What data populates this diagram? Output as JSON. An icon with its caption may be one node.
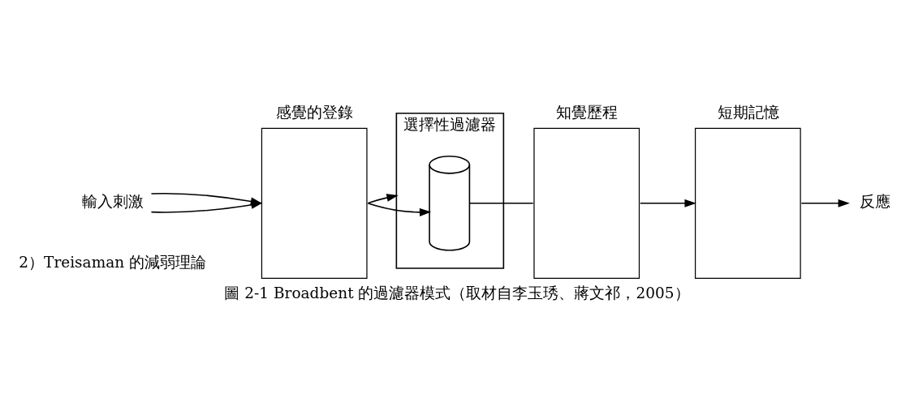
{
  "diagram": {
    "caption": "圖 2-1 Broadbent 的過濾器模式（取材自李玉琇、蔣文祁，2005）",
    "nodes": [
      {
        "text": [
          "輸入刺激"
        ]
      },
      {
        "text": [
          "感覺的登錄"
        ]
      },
      {
        "text": [
          "選擇性過濾器"
        ]
      },
      {
        "text": [],
        "shape": "cylinder",
        "in": 2
      },
      {
        "text": [
          "知覺歷程"
        ]
      },
      {
        "text": [
          "短期記憶"
        ]
      },
      {
        "text": [
          "反應"
        ]
      }
    ],
    "edges": [
      {
        "from": 0,
        "to": 1,
        "arrow": "to"
      },
      {
        "from": 0,
        "to": 1,
        "arrow": "to"
      },
      {
        "from": 1,
        "to": 3,
        "arrow": "to"
      },
      {
        "from": 1,
        "to": 2,
        "arrow": "to"
      },
      {
        "from": 3,
        "to": 4,
        "arrow": "none"
      },
      {
        "from": 4,
        "to": 5,
        "arrow": "to"
      },
      {
        "from": 5,
        "to": 6,
        "arrow": "to"
      }
    ],
    "labels": [
      "2）Treisaman 的減弱理論"
    ]
  }
}
